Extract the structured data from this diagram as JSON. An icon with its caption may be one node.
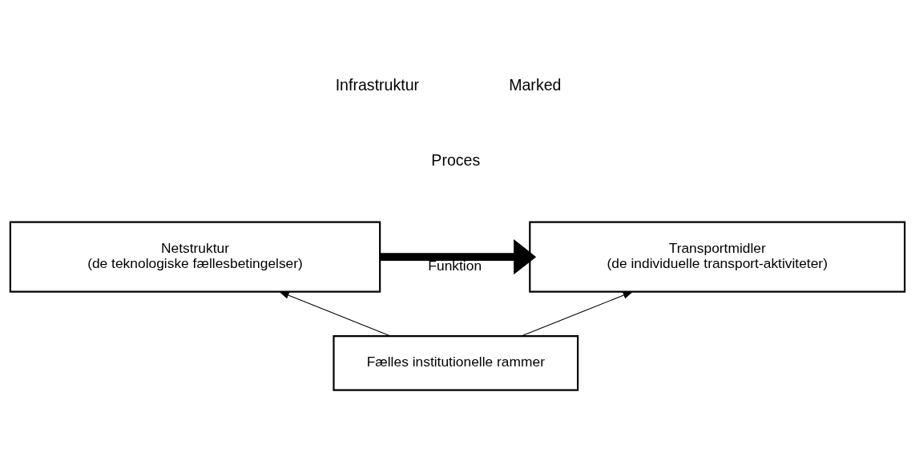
{
  "diagram": {
    "nodes": [
      {
        "text": [
          "Netstruktur",
          "(de teknologiske fællesbetingelser)"
        ]
      },
      {
        "text": [
          "Transportmidler",
          "(de individuelle transport-aktiviteter)"
        ]
      },
      {
        "text": [
          "Fælles institutionelle rammer"
        ]
      }
    ],
    "edges": [
      {
        "from": 0,
        "to": 1,
        "arrow": "to",
        "label": "Funktion",
        "style": "thick"
      },
      {
        "from": 2,
        "to": 0,
        "arrow": "to"
      },
      {
        "from": 2,
        "to": 1,
        "arrow": "to"
      }
    ],
    "labels": [
      "Infrastruktur",
      "Marked",
      "Proces"
    ]
  }
}
